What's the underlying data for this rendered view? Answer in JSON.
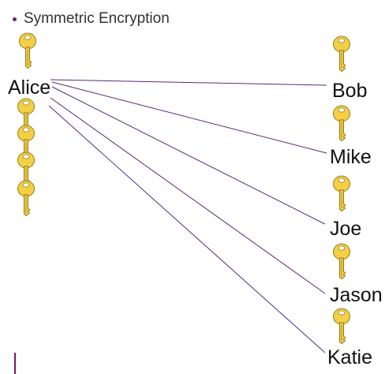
{
  "bullet": {
    "text": "Symmetric Encryption",
    "color": "#7a1e5a"
  },
  "sender": {
    "name": "Alice",
    "key_count": 5
  },
  "recipients": [
    {
      "name": "Bob"
    },
    {
      "name": "Mike"
    },
    {
      "name": "Joe"
    },
    {
      "name": "Jason"
    },
    {
      "name": "Katie"
    }
  ],
  "colors": {
    "connection_line": "#5b2a7a",
    "key_fill": "#f2cf45",
    "key_stroke": "#9a7b18",
    "accent_bar": "#7a1e5a"
  },
  "icons": {
    "key": "key-icon"
  }
}
